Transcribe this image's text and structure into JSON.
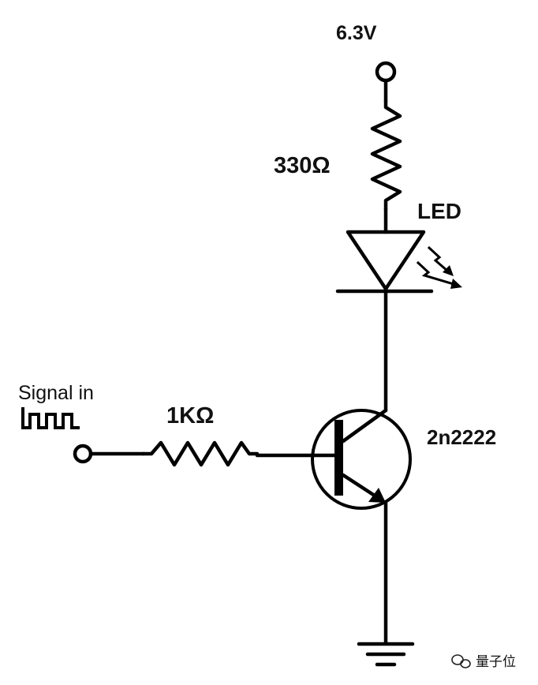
{
  "labels": {
    "supply": "6.3V",
    "r_led": "330Ω",
    "led": "LED",
    "signal": "Signal in",
    "r_base": "1KΩ",
    "transistor": "2n2222",
    "watermark": "量子位"
  },
  "icons": {
    "square_wave": "square-wave-icon",
    "light_emission": "light-arrows-icon",
    "ground": "ground-icon",
    "watermark_logo": "wechat-icon"
  }
}
